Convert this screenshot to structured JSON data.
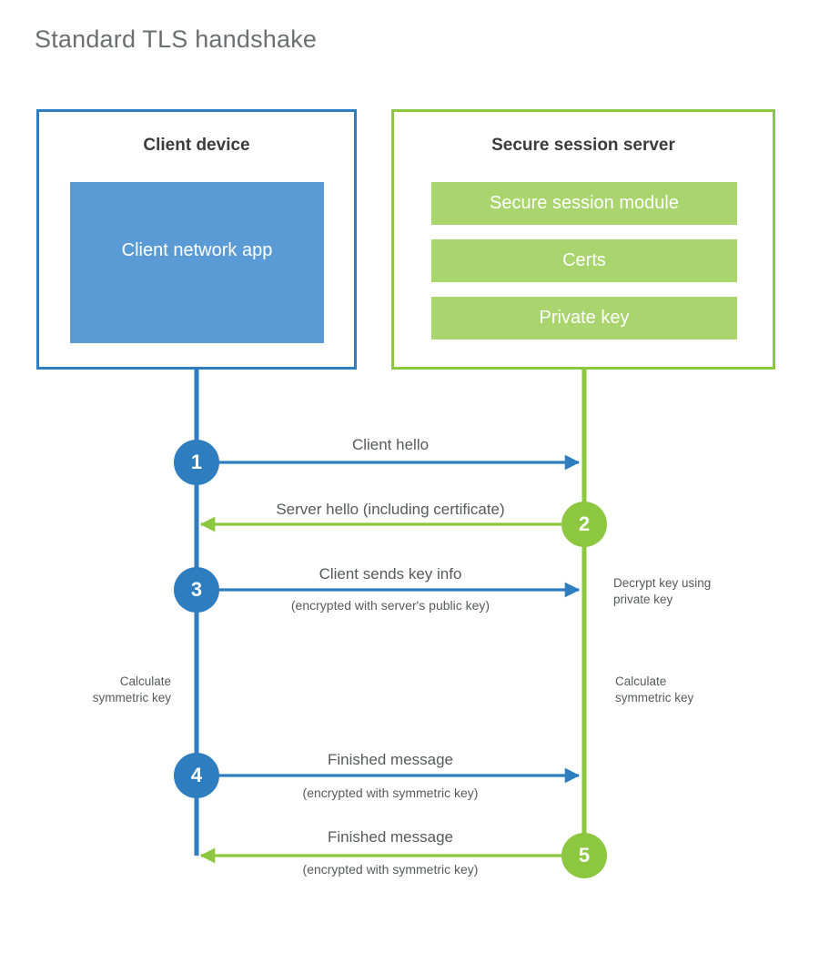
{
  "title": "Standard TLS handshake",
  "colors": {
    "client_border": "#2E7DBE",
    "client_fill": "#5B9BD5",
    "server_border": "#8DC63F",
    "server_fill": "#A9D46E",
    "text": "#58595b",
    "title_text": "#6d6e71"
  },
  "client": {
    "title": "Client device",
    "app_label": "Client network app"
  },
  "server": {
    "title": "Secure session server",
    "components": [
      {
        "label": "Secure session module"
      },
      {
        "label": "Certs"
      },
      {
        "label": "Private key"
      }
    ]
  },
  "steps": [
    {
      "number": "1",
      "side": "client",
      "direction": "right",
      "label": "Client hello",
      "sublabel": ""
    },
    {
      "number": "2",
      "side": "server",
      "direction": "left",
      "label": "Server hello (including certificate)",
      "sublabel": ""
    },
    {
      "number": "3",
      "side": "client",
      "direction": "right",
      "label": "Client sends key info",
      "sublabel": "(encrypted with server's public key)"
    },
    {
      "number": "4",
      "side": "client",
      "direction": "right",
      "label": "Finished message",
      "sublabel": "(encrypted with symmetric key)"
    },
    {
      "number": "5",
      "side": "server",
      "direction": "left",
      "label": "Finished message",
      "sublabel": "(encrypted with symmetric key)"
    }
  ],
  "notes": {
    "decrypt_key": "Decrypt key using\nprivate key",
    "calculate_symmetric_key_client": "Calculate\nsymmetric key",
    "calculate_symmetric_key_server": "Calculate\nsymmetric key"
  }
}
